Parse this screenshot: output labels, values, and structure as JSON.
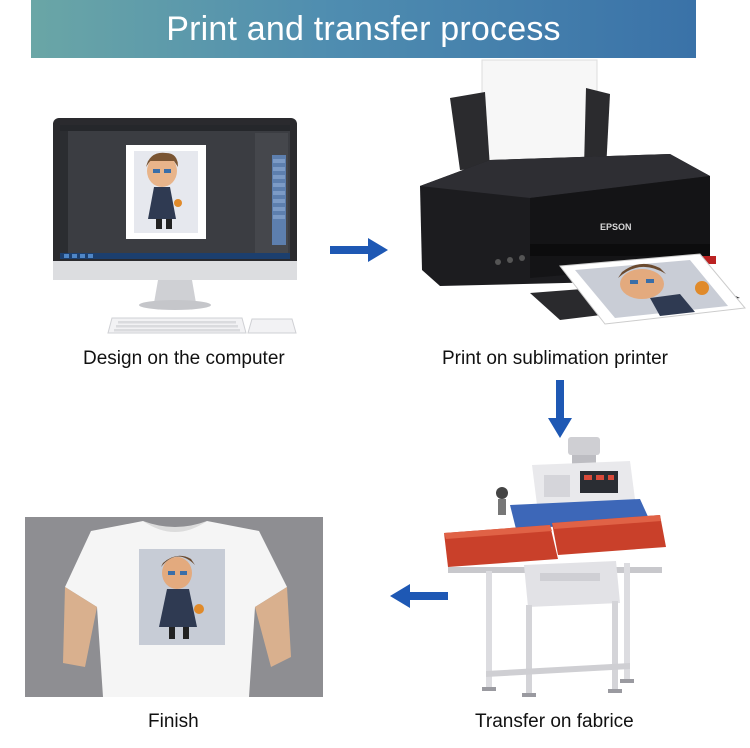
{
  "header": {
    "title": "Print and transfer process"
  },
  "steps": [
    {
      "caption": "Design on the computer"
    },
    {
      "caption": "Print on sublimation printer"
    },
    {
      "caption": "Transfer on fabrice"
    },
    {
      "caption": "Finish"
    }
  ],
  "printer": {
    "brand": "EPSON"
  },
  "colors": {
    "banner_start": "#6aa6a6",
    "banner_end": "#3a72a8",
    "arrow": "#1e58b4",
    "press_platen": "#c9402a",
    "press_body": "#e8e8ec"
  },
  "icons": [
    "computer-monitor",
    "printer",
    "heat-press",
    "t-shirt",
    "arrow-right",
    "arrow-down",
    "arrow-left"
  ]
}
